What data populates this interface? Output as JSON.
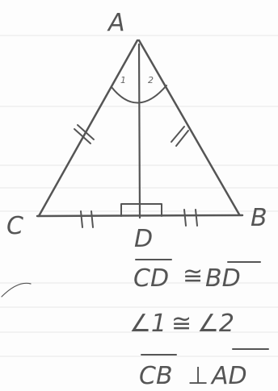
{
  "figure": {
    "vertices": {
      "A": "A",
      "B": "B",
      "C": "C",
      "D": "D"
    },
    "angle_labels": [
      "1",
      "2"
    ]
  },
  "statements": [
    {
      "lhs": "CD",
      "rel": "≅",
      "rhs": "BD"
    },
    {
      "lhs": "∠1",
      "rel": "≅",
      "rhs": "∠2"
    },
    {
      "lhs": "CB",
      "rel": "⊥",
      "rhs": "AD"
    }
  ]
}
